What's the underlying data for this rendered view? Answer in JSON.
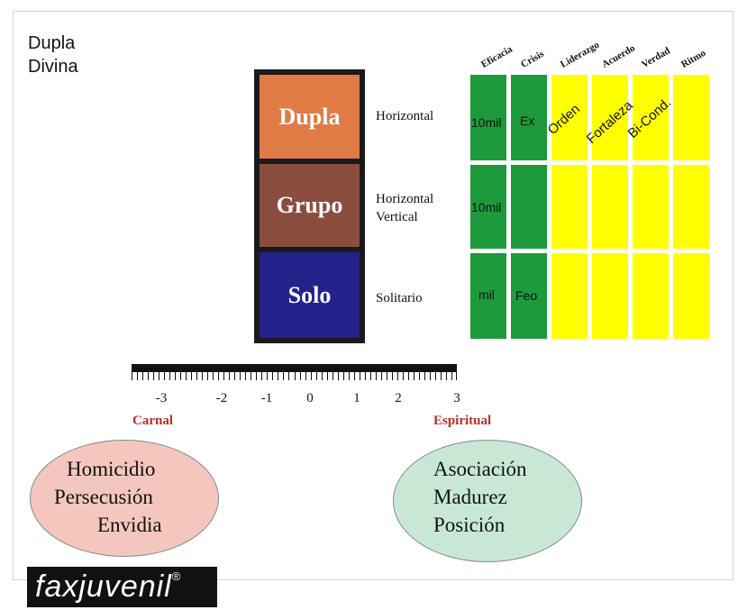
{
  "title": {
    "line1": "Dupla",
    "line2": "Divina"
  },
  "blocks": [
    {
      "label": "Dupla",
      "color": "#e07b45",
      "side": [
        "Horizontal"
      ]
    },
    {
      "label": "Grupo",
      "color": "#8b4d3e",
      "side": [
        "Horizontal",
        "Vertical"
      ]
    },
    {
      "label": "Solo",
      "color": "#22228a",
      "side": [
        "Solitario"
      ]
    }
  ],
  "grid": {
    "columns": [
      "Eficacia",
      "Crisis",
      "Liderazgo",
      "Acuerdo",
      "Verdad",
      "Ritmo"
    ],
    "green": "#1c9a3c",
    "yellow": "#ffff00",
    "cells": {
      "r0_eficacia": "10mil",
      "r0_crisis": "Ex",
      "r0_liderazgo": "Orden",
      "r0_acuerdo": "Fortaleza",
      "r0_verdad": "Bi-Cond.",
      "r1_eficacia": "10mil",
      "r2_eficacia": "mil",
      "r2_crisis": "Feo"
    }
  },
  "scale": {
    "numbers": [
      "-3",
      "-2",
      "-1",
      "0",
      "1",
      "2",
      "3"
    ],
    "left_pole": "Carnal",
    "right_pole": "Espiritual",
    "pole_color": "#b5302a"
  },
  "carnal": {
    "lines": [
      "Homicidio",
      "Persecusión",
      "Envidia"
    ],
    "color": "#f3c7bd"
  },
  "espiritual": {
    "lines": [
      "Asociación",
      "Madurez",
      "Posición"
    ],
    "color": "#c8e8d5"
  },
  "logo": {
    "text": "faxjuvenil",
    "mark": "®"
  }
}
